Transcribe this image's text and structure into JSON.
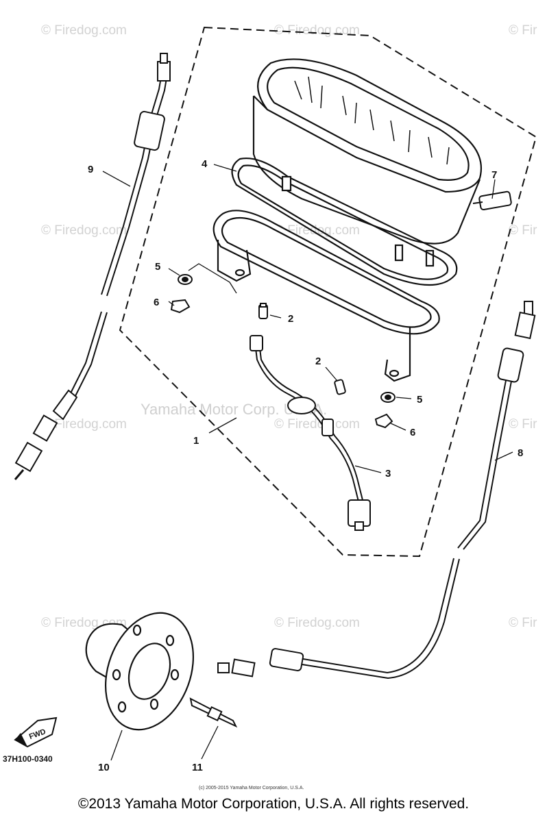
{
  "callouts": {
    "c1": "1",
    "c2a": "2",
    "c2b": "2",
    "c3": "3",
    "c4": "4",
    "c5a": "5",
    "c5b": "5",
    "c6a": "6",
    "c6b": "6",
    "c7": "7",
    "c8": "8",
    "c9": "9",
    "c10": "10",
    "c11": "11"
  },
  "watermark": {
    "text": "© Firedog.com",
    "text_partial": "© Fir",
    "center_text": "Yamaha Motor Corp. U.S.A."
  },
  "diagram_code": "37H100-0340",
  "fwd_label": "FWD",
  "small_copyright": "(c) 2005-2015 Yamaha Motor Corporation, U.S.A.",
  "footer_copyright": "©2013 Yamaha Motor Corporation, U.S.A. All rights reserved."
}
